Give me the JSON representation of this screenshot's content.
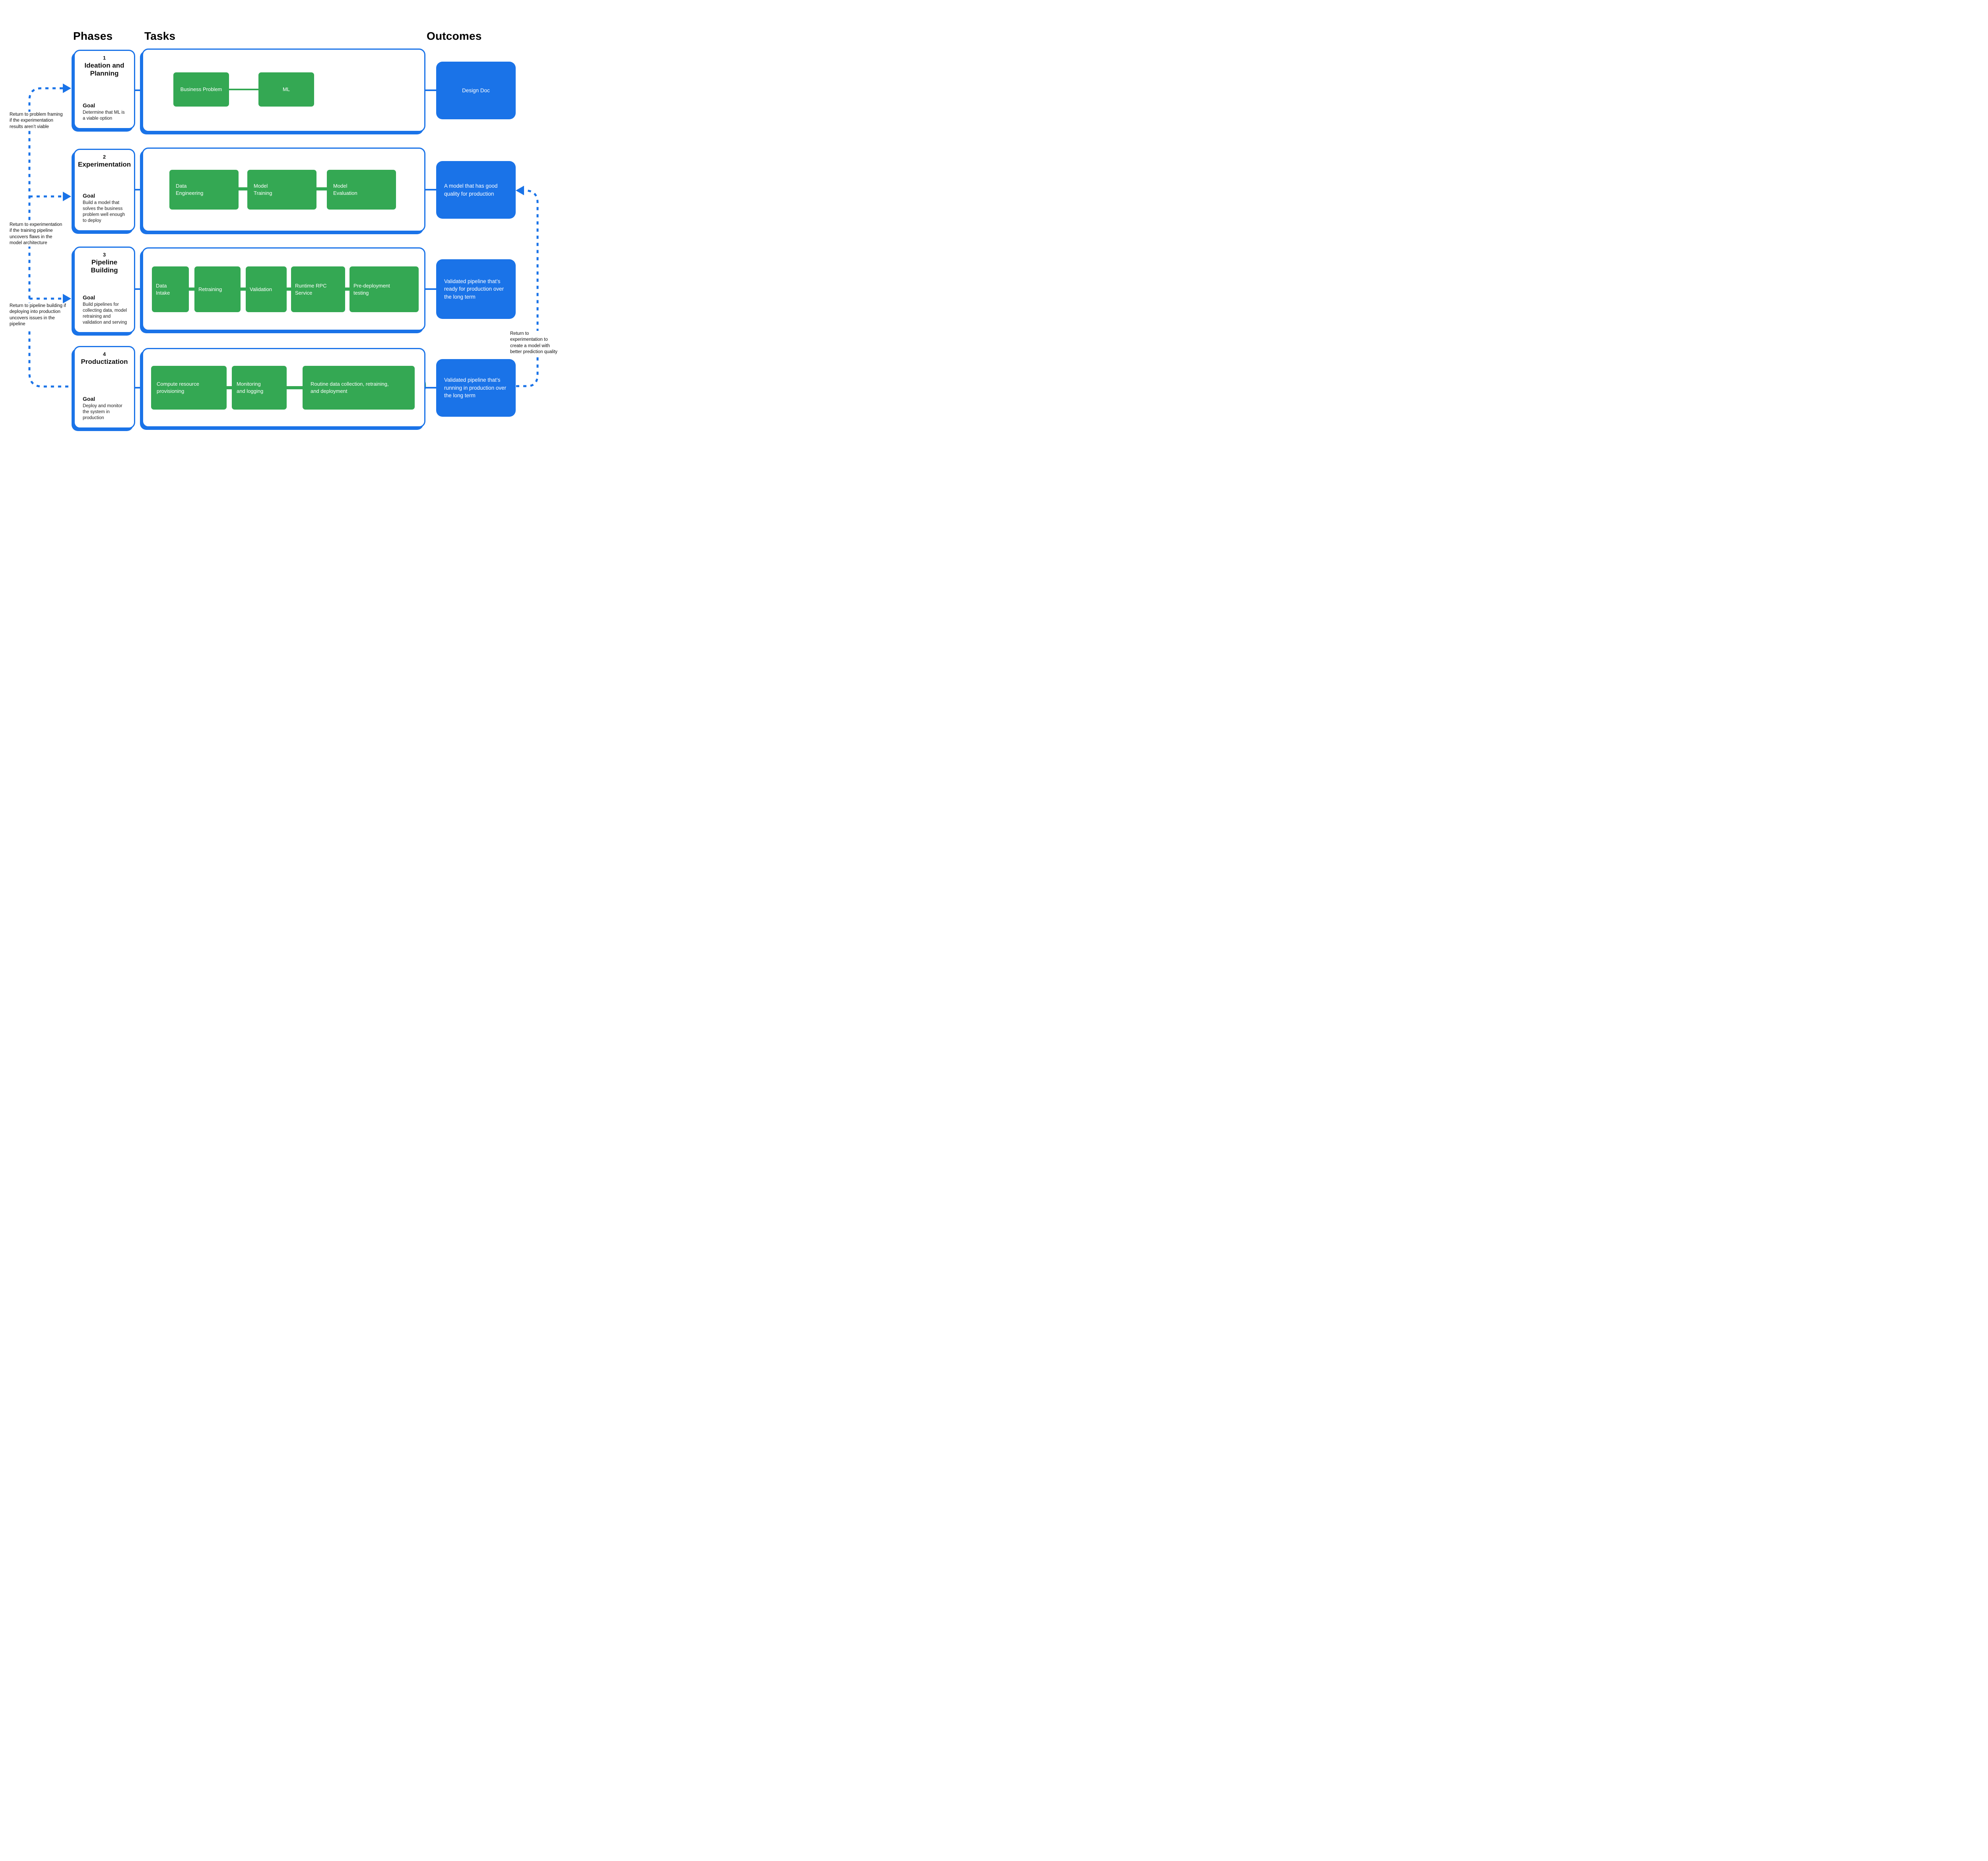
{
  "headers": {
    "phases": "Phases",
    "tasks": "Tasks",
    "outcomes": "Outcomes"
  },
  "colors": {
    "accent_blue": "#1A73E8",
    "task_green": "#34A853",
    "text": "#111111"
  },
  "phases": [
    {
      "number": "1",
      "title": "Ideation and Planning",
      "goal_label": "Goal",
      "goal": "Determine that ML is a viable option"
    },
    {
      "number": "2",
      "title": "Experimentation",
      "goal_label": "Goal",
      "goal": "Build a model that solves the business problem well enough to deploy"
    },
    {
      "number": "3",
      "title": "Pipeline Building",
      "goal_label": "Goal",
      "goal": "Build pipelines for collecting data, model retraining and validation and serving"
    },
    {
      "number": "4",
      "title": "Productization",
      "goal_label": "Goal",
      "goal": "Deploy and monitor the system in production"
    }
  ],
  "tasks": {
    "row1": [
      "Business Problem",
      "ML"
    ],
    "row2": [
      "Data Engineering",
      "Model Training",
      "Model Evaluation"
    ],
    "row3": [
      "Data Intake",
      "Retraining",
      "Validation",
      "Runtime RPC Service",
      "Pre-deployment testing"
    ],
    "row4": [
      "Compute resource provisioning",
      "Monitoring and logging",
      "Routine data collection, retraining, and deployment"
    ]
  },
  "outcomes": [
    "Design Doc",
    "A model that has good quality for production",
    "Validated pipeline that’s ready for production over the long term",
    "Validated pipeline that’s running in production over the long term"
  ],
  "annotations": {
    "left1": "Return to problem framing if the experimentation results aren’t viable",
    "left2": "Return to experimentation if the training pipeline uncovers flaws in the model architecture",
    "left3": "Return to pipeline building if deploying into production uncovers issues in the pipeline",
    "right": "Return to experimentation to create a model with better prediction quality"
  }
}
